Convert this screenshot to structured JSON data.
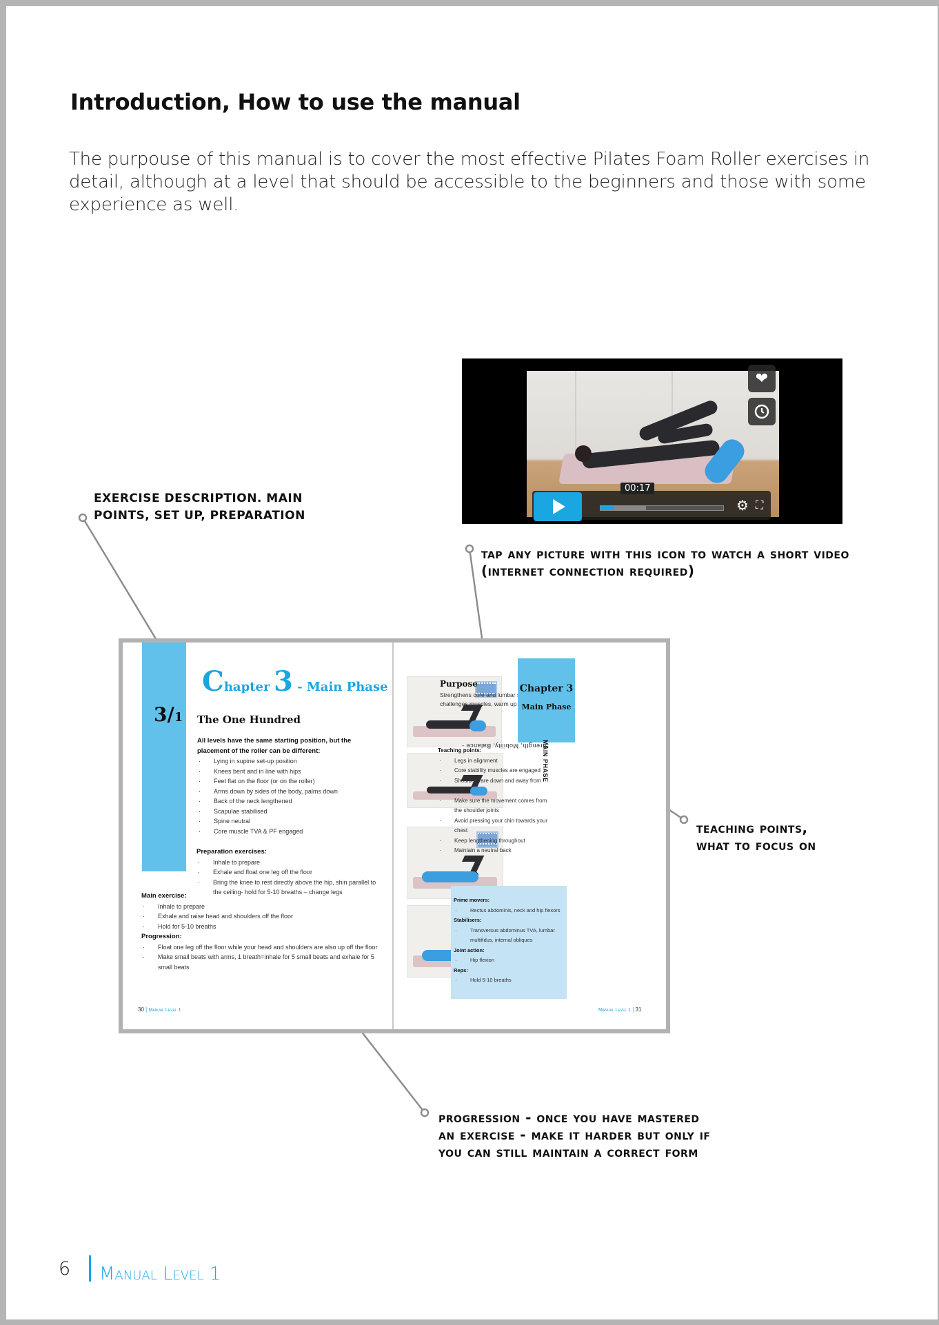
{
  "page": {
    "title": "Introduction, How to use the manual",
    "intro": "The purpouse of this manual is to cover the most effective Pilates Foam Roller exercises in detail, although at a level that should be accessible to the beginners and those with some experience as well.",
    "footer_number": "6",
    "footer_label": "Manual Level 1"
  },
  "callouts": {
    "exercise_line1": "EXERCISE DESCRIPTION. MAIN",
    "exercise_line2": "POINTS, SET UP, PREPARATION",
    "video_line1": "Tap any picture with this icon to watch a short video",
    "video_line2": "(internet connection required)",
    "teaching_line1": "Teaching Points,",
    "teaching_line2": "what to focus on",
    "progression_line1": "Progression - once you have mastered",
    "progression_line2": "an exercise - Make it harder but only if",
    "progression_line3": "you can still maintain a correct form"
  },
  "video": {
    "time": "00:17",
    "progress_fraction": 0.11,
    "buffered_fraction": 0.37,
    "icons": [
      "heart-icon",
      "clock-icon",
      "play-icon",
      "gear-icon",
      "fullscreen-icon"
    ]
  },
  "spread": {
    "left": {
      "section": "3/",
      "section_sub": "1",
      "chapter_C": "C",
      "chapter_rest": "hapter",
      "chapter_num": "3",
      "chapter_dash": " - ",
      "chapter_name": "Main Phase",
      "exercise_title": "The One Hundred",
      "levels_heading": "All levels have the same starting position, but the placement of the roller can be different:",
      "levels_items": [
        "Lying in supine set-up position",
        "Knees bent and in line with hips",
        "Feet flat on the floor (or on the roller)",
        "Arms down by sides of the body, palms down",
        "Back of the neck lengthened",
        "Scapulae stabilised",
        "Spine neutral",
        "Core muscle TVA & PF engaged"
      ],
      "prep_heading": "Preparation exercises:",
      "prep_items": [
        "Inhale to prepare",
        "Exhale and float one leg off the floor",
        "Bring the knee to rest directly above the hip, shin parallel to the ceiling- hold for 5-10 breaths – change legs"
      ],
      "main_heading": "Main exercise:",
      "main_items": [
        "Inhale to prepare",
        "Exhale and raise head and shoulders off the floor",
        "Hold for 5-10 breaths"
      ],
      "prog_heading": "Progression:",
      "prog_items": [
        "Float one leg off the floor while your head and shoulders are also up off the floor",
        "Make small beats with arms, 1 breath=inhale for 5 small beats and exhale for 5 small beats"
      ],
      "page_number": "30",
      "page_label": "Manual Level 1"
    },
    "right": {
      "chapter_label": "Chapter 3",
      "chapter_name": "Main Phase",
      "purpose_heading": "Purpose",
      "purpose_text": "Strengthens core and lumbar spine, challenges muscles, warm up",
      "teaching_heading": "Teaching points:",
      "teaching_items": [
        "Legs in alignment",
        "Core stability muscles are engaged",
        "Shoulders are down and away from ears",
        "Make sure the movement comes from the shoulder joints",
        "Avoid pressing your chin towards your chest",
        "Keep lengthening throughout",
        "Maintain a neutral back"
      ],
      "side_text": "Strength, Mobility, Balance - ",
      "side_bold": "MAIN PHASE",
      "box": {
        "prime_heading": "Prime movers:",
        "prime_items": [
          "Rectus abdominis, neck and hip flexors"
        ],
        "stab_heading": "Stabilisers:",
        "stab_items": [
          "Transversus abdominus TVA, lumbar multifidus, internal obliques"
        ],
        "joint_heading": "Joint action:",
        "joint_items": [
          "Hip flexion"
        ],
        "reps_heading": "Reps:",
        "reps_items": [
          "Hold 5-10 breaths"
        ]
      },
      "page_number": "31",
      "page_label": "Manual Level 1"
    }
  },
  "colors": {
    "accent": "#1aa6e0",
    "band": "#62c1ea",
    "box": "#c4e3f5"
  }
}
